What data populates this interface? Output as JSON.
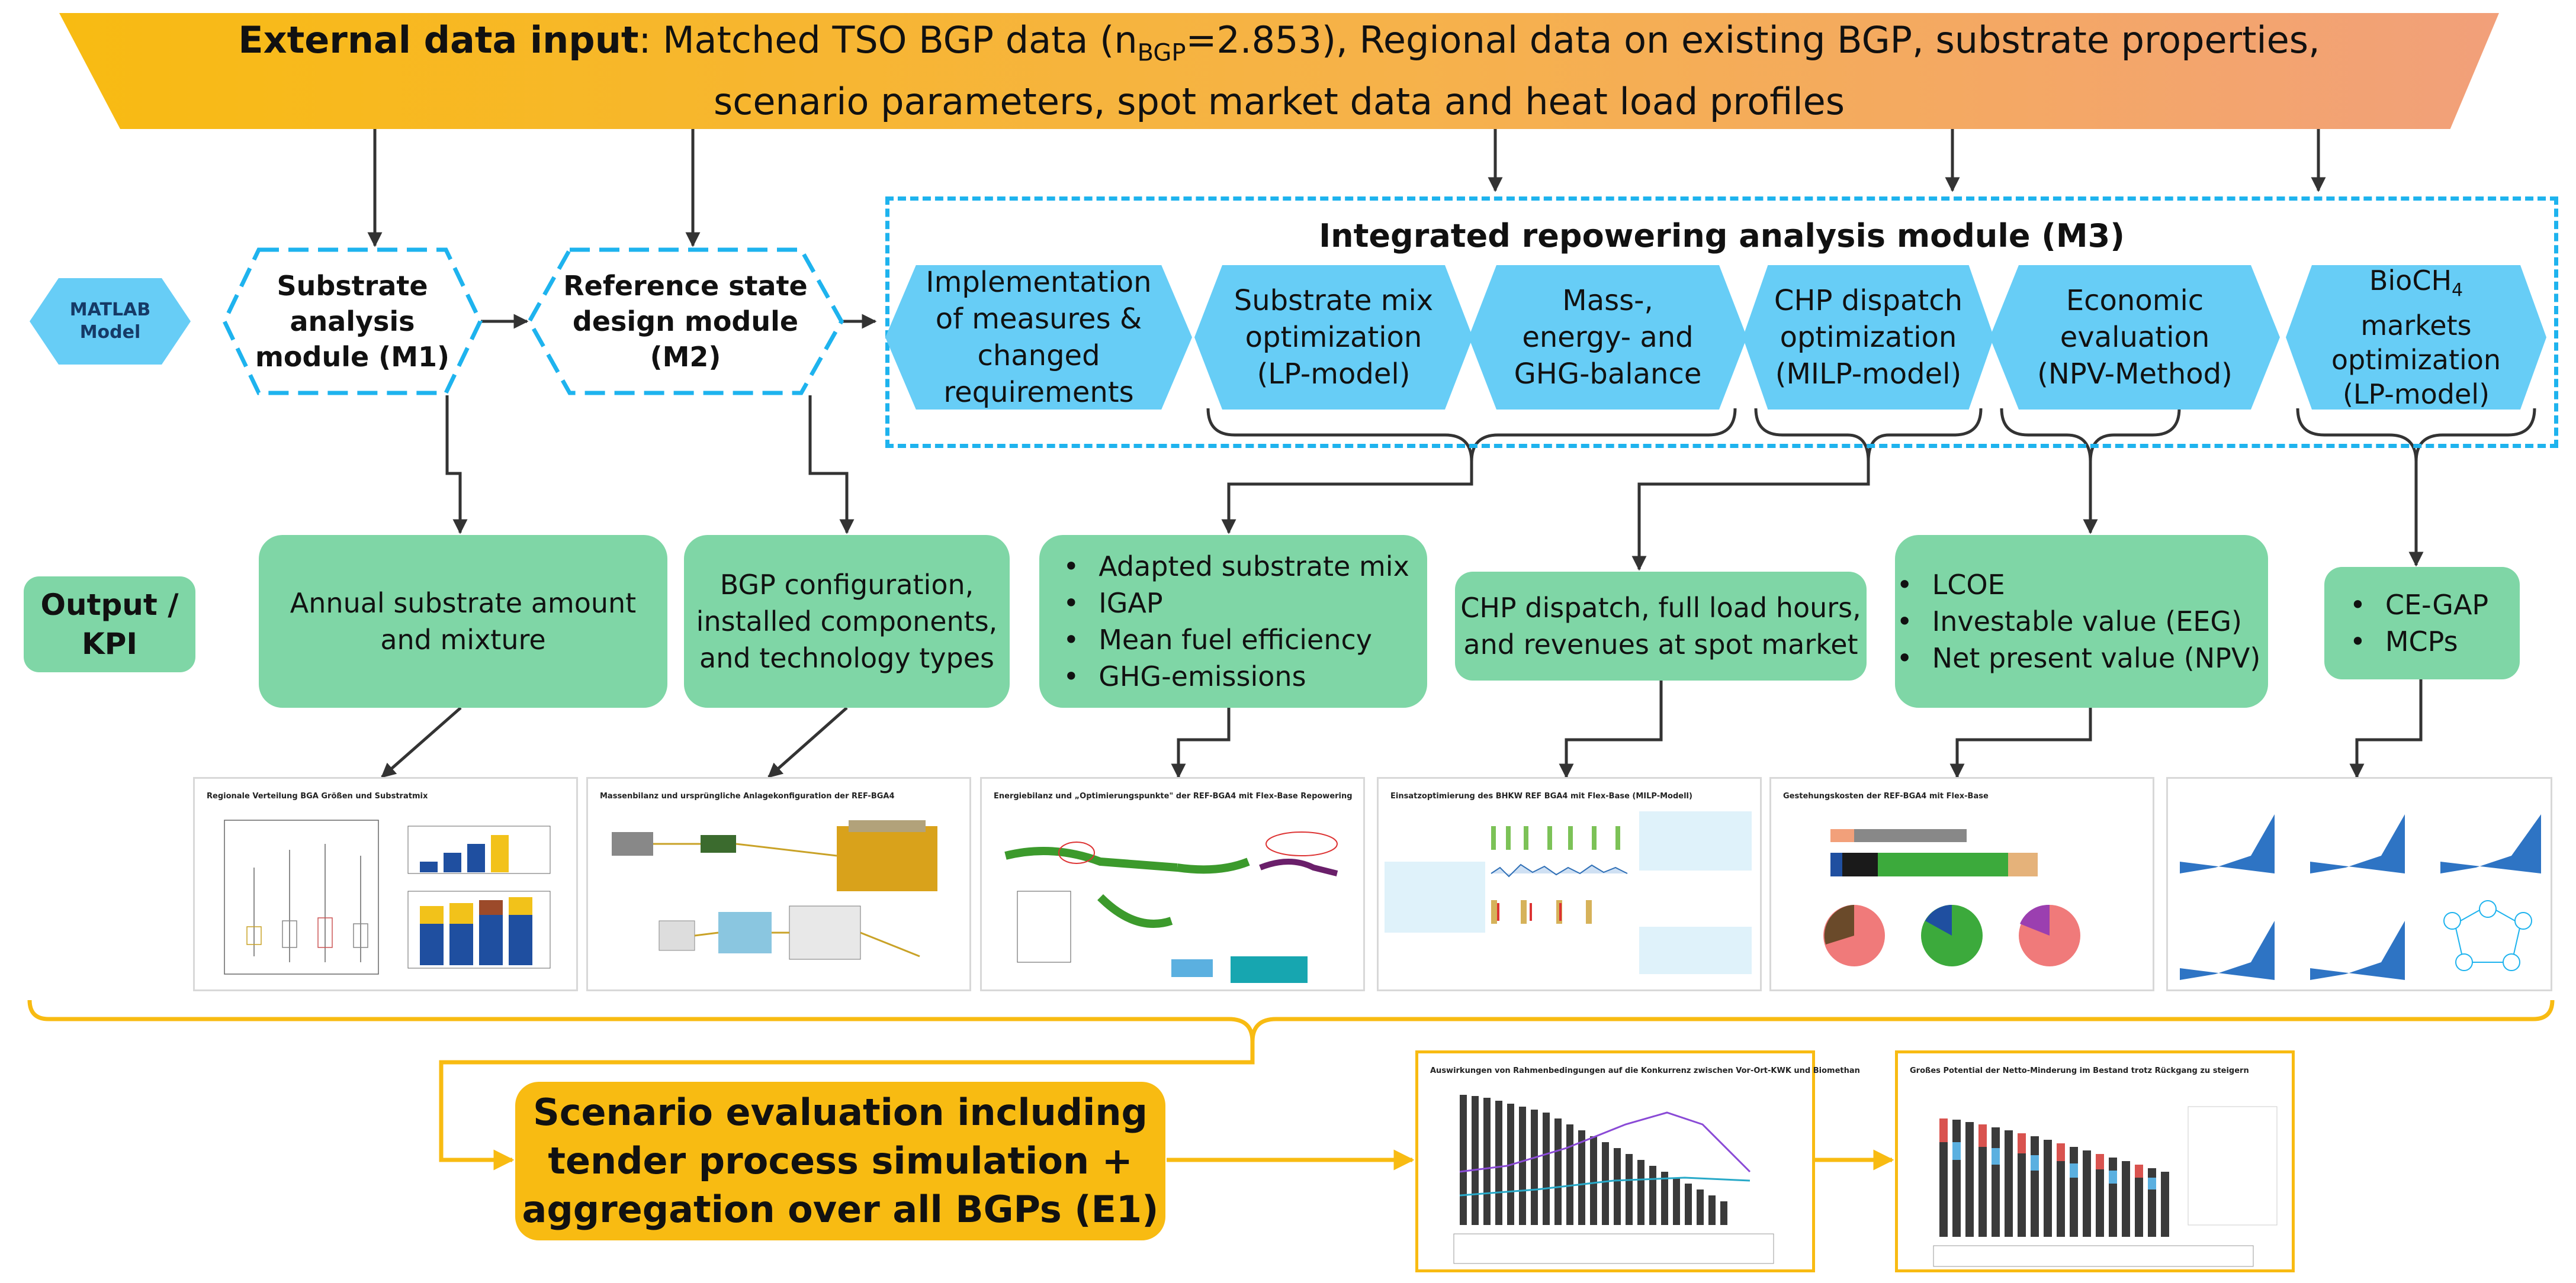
{
  "banner": {
    "bold": "External data input",
    "line1_a": ": Matched TSO BGP data (n",
    "line1_sub": "BGP",
    "line1_b": "=2.853), Regional data on existing BGP, substrate properties,",
    "line2": "scenario parameters, spot market data and heat load profiles"
  },
  "matlab": {
    "line1": "MATLAB",
    "line2": "Model"
  },
  "m1": {
    "line1": "Substrate",
    "line2": "analysis",
    "line3": "module (M1)"
  },
  "m2": {
    "line1": "Reference state",
    "line2": "design module",
    "line3": "(M2)"
  },
  "m3": {
    "title": "Integrated repowering analysis module (M3)",
    "steps": [
      {
        "l1": "Implementation",
        "l2": "of measures &",
        "l3": "changed",
        "l4": "requirements"
      },
      {
        "l1": "Substrate mix",
        "l2": "optimization",
        "l3": "(LP-model)"
      },
      {
        "l1": "Mass-,",
        "l2": "energy- and",
        "l3": "GHG-balance"
      },
      {
        "l1": "CHP dispatch",
        "l2": "optimization",
        "l3": "(MILP-model)"
      },
      {
        "l1": "Economic",
        "l2": "evaluation",
        "l3": "(NPV-Method)"
      },
      {
        "l1a": "BioCH",
        "l1sub": "4",
        "l2": "markets",
        "l3": "optimization",
        "l4": "(LP-model)"
      }
    ]
  },
  "kpi": {
    "line1": "Output /",
    "line2": "KPI"
  },
  "outputs": {
    "o1": {
      "l1": "Annual substrate amount",
      "l2": "and mixture"
    },
    "o2": {
      "l1": "BGP configuration,",
      "l2": "installed components,",
      "l3": "and technology types"
    },
    "o3": [
      "Adapted substrate mix",
      "IGAP",
      "Mean fuel efficiency",
      "GHG-emissions"
    ],
    "o4": {
      "l1": "CHP dispatch, full load hours,",
      "l2": "and revenues at spot market"
    },
    "o5": [
      "LCOE",
      "Investable value (EEG)",
      "Net present value (NPV)"
    ],
    "o6": [
      "CE-GAP",
      "MCPs"
    ]
  },
  "thumbs": {
    "t1": "Regionale Verteilung BGA Größen und Substratmix",
    "t2": "Massenbilanz und ursprüngliche Anlagekonfiguration der REF-BGA4",
    "t3": "Energiebilanz und „Optimierungspunkte\" der REF-BGA4 mit Flex-Base Repowering",
    "t4": "Einsatzoptimierung des BHKW REF BGA4 mit Flex-Base (MILP-Modell)",
    "t5": "Gestehungskosten der REF-BGA4 mit Flex-Base",
    "t7": "Auswirkungen von Rahmenbedingungen auf die Konkurrenz zwischen Vor-Ort-KWK und Biomethan",
    "t8": "Großes Potential der Netto-Minderung im Bestand trotz Rückgang zu steigern"
  },
  "scenario": {
    "l1": "Scenario evaluation including",
    "l2": "tender process simulation +",
    "l3": "aggregation over all BGPs (E1)"
  },
  "colors": {
    "banner_yellow": "#f8bb12",
    "banner_orange": "#f2a07a",
    "hex_blue": "#67cdf6",
    "dash_blue": "#1eb3ee",
    "green": "#7fd6a6",
    "scenario_yellow": "#f8bb12"
  }
}
